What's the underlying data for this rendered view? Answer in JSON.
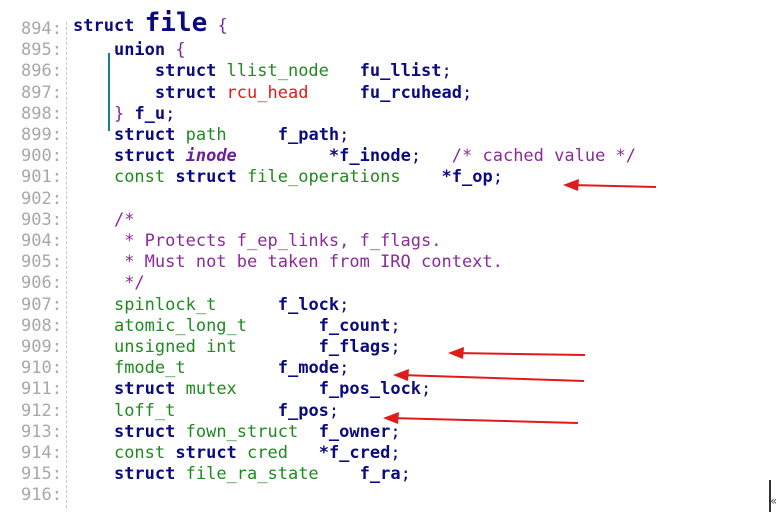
{
  "lines": [
    {
      "num": "894:",
      "indent": "",
      "t": [
        [
          "struct ",
          "kw"
        ],
        [
          "file",
          "big"
        ],
        [
          " {",
          "brace"
        ]
      ]
    },
    {
      "num": "895:",
      "indent": "    ",
      "t": [
        [
          "union ",
          "kw"
        ],
        [
          "{",
          "brace"
        ]
      ]
    },
    {
      "num": "896:",
      "indent": "        ",
      "t": [
        [
          "struct ",
          "kw"
        ],
        [
          "llist_node",
          "ty"
        ],
        [
          "   ",
          ""
        ],
        [
          "fu_llist",
          "id"
        ],
        [
          ";",
          "pu"
        ]
      ]
    },
    {
      "num": "897:",
      "indent": "        ",
      "t": [
        [
          "struct ",
          "kw"
        ],
        [
          "rcu_head",
          "red"
        ],
        [
          "     ",
          ""
        ],
        [
          "fu_rcuhead",
          "id"
        ],
        [
          ";",
          "pu"
        ]
      ]
    },
    {
      "num": "898:",
      "indent": "    ",
      "t": [
        [
          "} ",
          "brace"
        ],
        [
          "f_u",
          "id"
        ],
        [
          ";",
          "pu"
        ]
      ]
    },
    {
      "num": "899:",
      "indent": "    ",
      "t": [
        [
          "struct ",
          "kw"
        ],
        [
          "path",
          "ty"
        ],
        [
          "     ",
          ""
        ],
        [
          "f_path",
          "id"
        ],
        [
          ";",
          "pu"
        ]
      ]
    },
    {
      "num": "900:",
      "indent": "    ",
      "t": [
        [
          "struct ",
          "kw"
        ],
        [
          "inode",
          "it"
        ],
        [
          "         ",
          ""
        ],
        [
          "*f_inode",
          "id"
        ],
        [
          ";",
          "pu"
        ],
        [
          "   ",
          ""
        ],
        [
          "/* cached value */",
          "cm"
        ]
      ]
    },
    {
      "num": "901:",
      "indent": "    ",
      "t": [
        [
          "const ",
          "ty"
        ],
        [
          "struct ",
          "kw"
        ],
        [
          "file_operations",
          "ty"
        ],
        [
          "    ",
          ""
        ],
        [
          "*f_op",
          "id"
        ],
        [
          ";",
          "pu"
        ]
      ]
    },
    {
      "num": "902:",
      "indent": "",
      "t": []
    },
    {
      "num": "903:",
      "indent": "    ",
      "t": [
        [
          "/*",
          "cm"
        ]
      ]
    },
    {
      "num": "904:",
      "indent": "    ",
      "t": [
        [
          " * Protects f_ep_links, f_flags.",
          "cm"
        ]
      ]
    },
    {
      "num": "905:",
      "indent": "    ",
      "t": [
        [
          " * Must not be taken from IRQ context.",
          "cm"
        ]
      ]
    },
    {
      "num": "906:",
      "indent": "    ",
      "t": [
        [
          " */",
          "cm"
        ]
      ]
    },
    {
      "num": "907:",
      "indent": "    ",
      "t": [
        [
          "spinlock_t",
          "ty"
        ],
        [
          "      ",
          ""
        ],
        [
          "f_lock",
          "id"
        ],
        [
          ";",
          "pu"
        ]
      ]
    },
    {
      "num": "908:",
      "indent": "    ",
      "t": [
        [
          "atomic_long_t",
          "ty"
        ],
        [
          "       ",
          ""
        ],
        [
          "f_count",
          "id"
        ],
        [
          ";",
          "pu"
        ]
      ]
    },
    {
      "num": "909:",
      "indent": "    ",
      "t": [
        [
          "unsigned int",
          "ty"
        ],
        [
          "        ",
          ""
        ],
        [
          "f_flags",
          "id"
        ],
        [
          ";",
          "pu"
        ]
      ]
    },
    {
      "num": "910:",
      "indent": "    ",
      "t": [
        [
          "fmode_t",
          "ty"
        ],
        [
          "         ",
          ""
        ],
        [
          "f_mode",
          "id"
        ],
        [
          ";",
          "pu"
        ]
      ]
    },
    {
      "num": "911:",
      "indent": "    ",
      "t": [
        [
          "struct ",
          "kw"
        ],
        [
          "mutex",
          "ty"
        ],
        [
          "        ",
          ""
        ],
        [
          "f_pos_lock",
          "id"
        ],
        [
          ";",
          "pu"
        ]
      ]
    },
    {
      "num": "912:",
      "indent": "    ",
      "t": [
        [
          "loff_t",
          "ty"
        ],
        [
          "          ",
          ""
        ],
        [
          "f_pos",
          "id"
        ],
        [
          ";",
          "pu"
        ]
      ]
    },
    {
      "num": "913:",
      "indent": "    ",
      "t": [
        [
          "struct ",
          "kw"
        ],
        [
          "fown_struct",
          "ty"
        ],
        [
          "  ",
          ""
        ],
        [
          "f_owner",
          "id"
        ],
        [
          ";",
          "pu"
        ]
      ]
    },
    {
      "num": "914:",
      "indent": "    ",
      "t": [
        [
          "const ",
          "ty"
        ],
        [
          "struct ",
          "kw"
        ],
        [
          "cred",
          "ty"
        ],
        [
          "   ",
          ""
        ],
        [
          "*f_cred",
          "id"
        ],
        [
          ";",
          "pu"
        ]
      ]
    },
    {
      "num": "915:",
      "indent": "    ",
      "t": [
        [
          "struct ",
          "kw"
        ],
        [
          "file_ra_state",
          "ty"
        ],
        [
          "    ",
          ""
        ],
        [
          "f_ra",
          "id"
        ],
        [
          ";",
          "pu"
        ]
      ]
    },
    {
      "num": "916:",
      "indent": "",
      "t": []
    }
  ],
  "colors": {
    "keyword": "#0b0b80",
    "type": "#1f8a1f",
    "highlight": "#e01b1b",
    "comment": "#8a2b9a",
    "line_number": "#a8a8a8",
    "annotation_arrow": "#e01b1b"
  },
  "annotations": {
    "arrow_targets": [
      "*f_op;",
      "f_flags;",
      "f_mode;",
      "f_pos;"
    ]
  },
  "edge_glyph": "«"
}
